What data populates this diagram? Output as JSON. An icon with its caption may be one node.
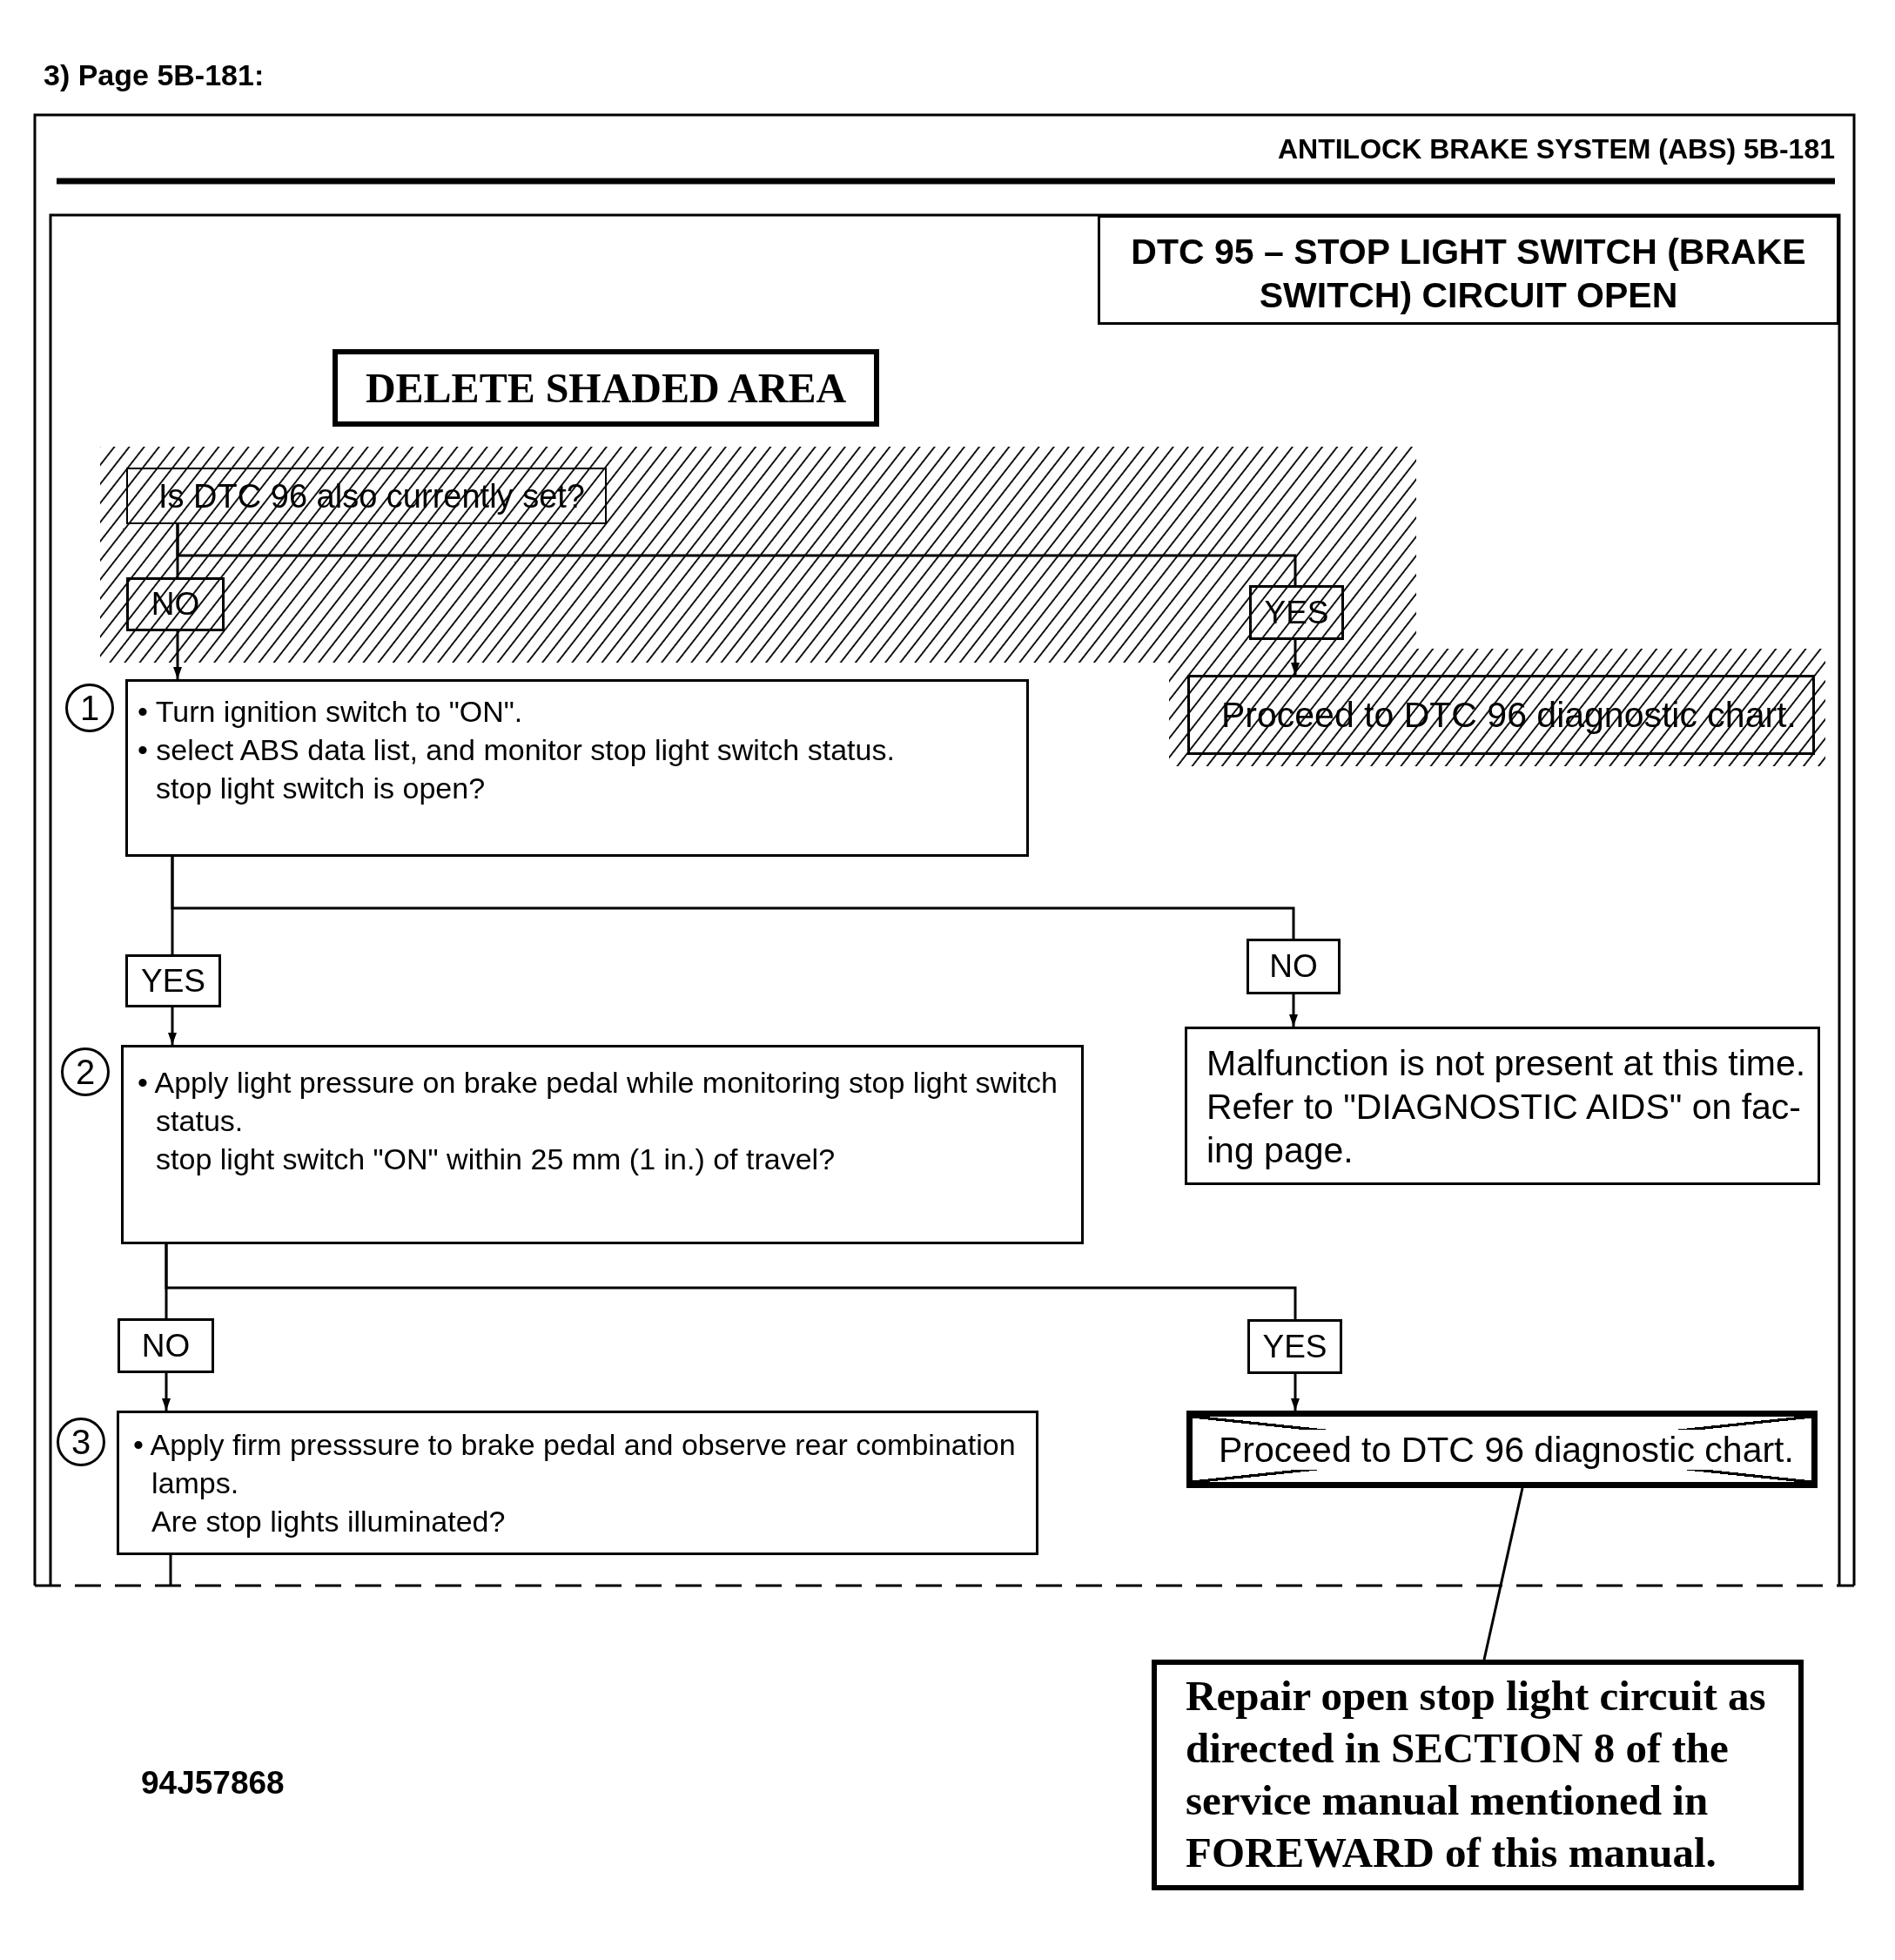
{
  "diagram": {
    "title": "3) Page 5B-181:",
    "nodes": [
      {
        "text": [
          "DTC 95 – STOP LIGHT SWITCH (BRAKE SWITCH) CIRCUIT OPEN"
        ]
      },
      {
        "text": [
          "DELETE SHADED AREA"
        ]
      },
      {
        "text": [
          "Is DTC 96 also currently set?"
        ]
      },
      {
        "text": [
          "NO"
        ]
      },
      {
        "text": [
          "YES"
        ]
      },
      {
        "text": [
          "• Turn ignition switch to \"ON\".",
          "• select ABS data list, and monitor stop light switch status.",
          "stop light switch is open?"
        ],
        "beside": [
          "1"
        ]
      },
      {
        "text": [
          "Proceed to DTC 96 diagnostic chart."
        ]
      },
      {
        "text": [
          "YES"
        ]
      },
      {
        "text": [
          "NO"
        ]
      },
      {
        "text": [
          "• Apply light pressure on brake pedal while monitoring stop light switch status.",
          "stop light switch \"ON\" within 25 mm (1 in.) of travel?"
        ],
        "beside": [
          "2"
        ]
      },
      {
        "text": [
          "Malfunction is not present at this time. Refer to \"DIAGNOSTIC AIDS\" on fac- ing page."
        ]
      },
      {
        "text": [
          "NO"
        ]
      },
      {
        "text": [
          "YES"
        ]
      },
      {
        "text": [
          "• Apply firm presssure to brake pedal and observe rear combination lamps.",
          "Are stop lights illuminated?"
        ],
        "beside": [
          "3"
        ]
      },
      {
        "text": [
          "Proceed to DTC 96 diagnostic chart."
        ]
      },
      {
        "text": [
          "Repair open stop light circuit as directed in SECTION 8 of the service manual mentioned in FOREWARD of this manual."
        ]
      }
    ],
    "edges": [
      {
        "from": 2,
        "to": 3,
        "arrow": "none"
      },
      {
        "from": 2,
        "to": 4,
        "arrow": "none"
      },
      {
        "from": 3,
        "to": 5,
        "arrow": "to"
      },
      {
        "from": 4,
        "to": 6,
        "arrow": "to"
      },
      {
        "from": 5,
        "to": 7,
        "arrow": "none"
      },
      {
        "from": 5,
        "to": 8,
        "arrow": "none"
      },
      {
        "from": 7,
        "to": 9,
        "arrow": "to"
      },
      {
        "from": 8,
        "to": 10,
        "arrow": "to"
      },
      {
        "from": 9,
        "to": 11,
        "arrow": "none"
      },
      {
        "from": 9,
        "to": 12,
        "arrow": "none"
      },
      {
        "from": 11,
        "to": 13,
        "arrow": "to"
      },
      {
        "from": 12,
        "to": 14,
        "arrow": "to"
      },
      {
        "from": 13,
        "to": null,
        "arrow": "none"
      },
      {
        "from": 15,
        "to": 14,
        "arrow": "none"
      }
    ],
    "labels": [
      "ANTILOCK BRAKE SYSTEM (ABS) 5B-181",
      "94J57868"
    ]
  }
}
